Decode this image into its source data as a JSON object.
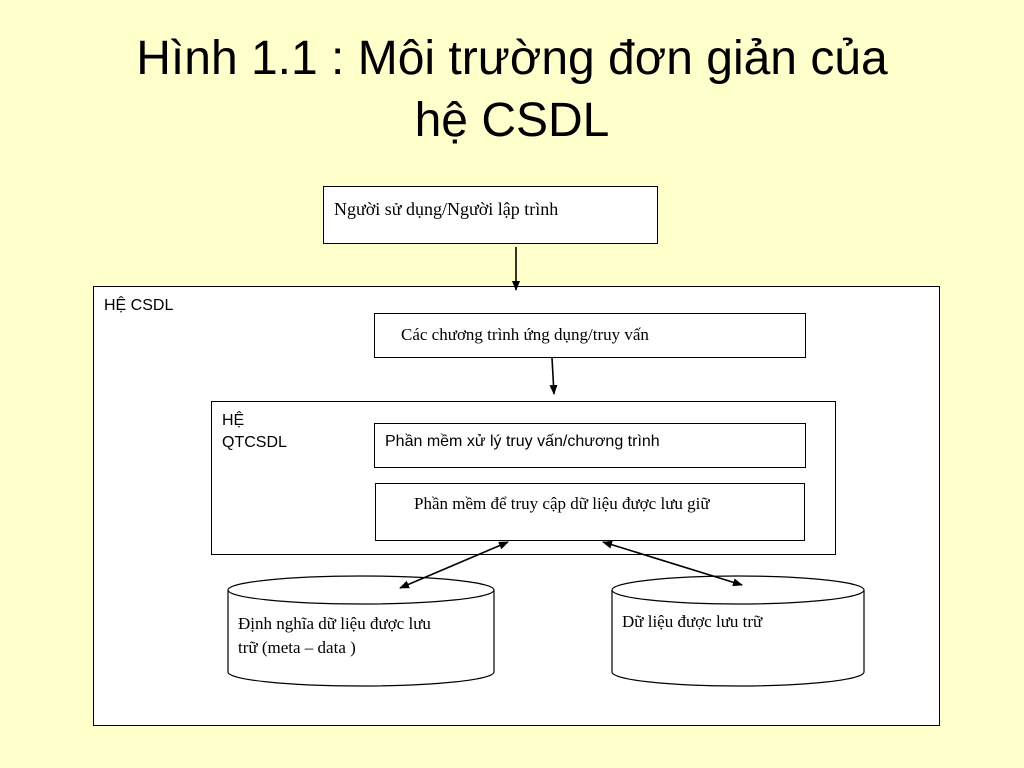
{
  "slide": {
    "title_line1": "Hình 1.1 : Môi trường đơn giản của",
    "title_line2": "hệ CSDL"
  },
  "diagram": {
    "user_box": "Người sử dụng/Người lập trình",
    "system_label": "HỆ CSDL",
    "apps_box": "Các chương trình ứng dụng/truy vấn",
    "dbms_label_line1": "HỆ",
    "dbms_label_line2": "QTCSDL",
    "query_box": "Phần mềm xử lý truy vấn/chương trình",
    "access_box": "Phần mềm để truy cập dữ liệu được lưu giữ",
    "metadata_db_line1": "Định nghĩa dữ liệu được lưu",
    "metadata_db_line2": "trữ (meta – data )",
    "stored_db": "Dữ liệu được lưu trữ"
  }
}
